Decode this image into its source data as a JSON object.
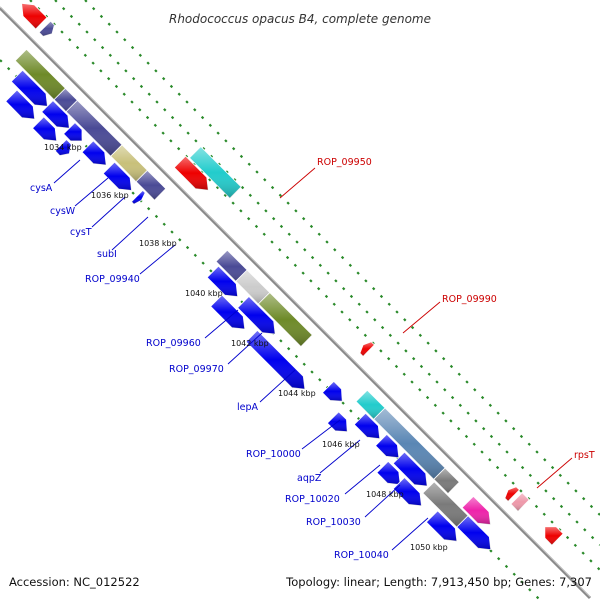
{
  "title": "Rhodococcus opacus B4, complete genome",
  "footer": {
    "accession": "Accession: NC_012522",
    "topology": "Topology: linear; Length: 7,913,450 bp; Genes: 7,307"
  },
  "ticks": [
    "1034 kbp",
    "1036 kbp",
    "1038 kbp",
    "1040 kbp",
    "1042 kbp",
    "1044 kbp",
    "1046 kbp",
    "1048 kbp",
    "1050 kbp"
  ],
  "gene_labels": {
    "cysA": "cysA",
    "cysW": "cysW",
    "cysT": "cysT",
    "subI": "subI",
    "ROP_09940": "ROP_09940",
    "ROP_09950": "ROP_09950",
    "ROP_09960": "ROP_09960",
    "ROP_09970": "ROP_09970",
    "lepA": "lepA",
    "ROP_09990": "ROP_09990",
    "ROP_10000": "ROP_10000",
    "aqpZ": "aqpZ",
    "ROP_10020": "ROP_10020",
    "ROP_10030": "ROP_10030",
    "ROP_10040": "ROP_10040",
    "rpsT": "rpsT"
  },
  "colors": {
    "forward_strand_label": "#0000cc",
    "reverse_strand_label": "#cc0000",
    "backbone": "#8a8a8a",
    "grid_dots": "#2a8a2a",
    "blue": "#0000ee",
    "navy": "#4a4a96",
    "olive": "#6e8a28",
    "khaki": "#c8c07a",
    "cyan": "#22cccc",
    "red": "#ee0000",
    "pink": "#ee99aa",
    "magenta": "#ee22aa",
    "gray": "#7a7a7a",
    "steel": "#5a86b4",
    "silver": "#cccccc"
  }
}
